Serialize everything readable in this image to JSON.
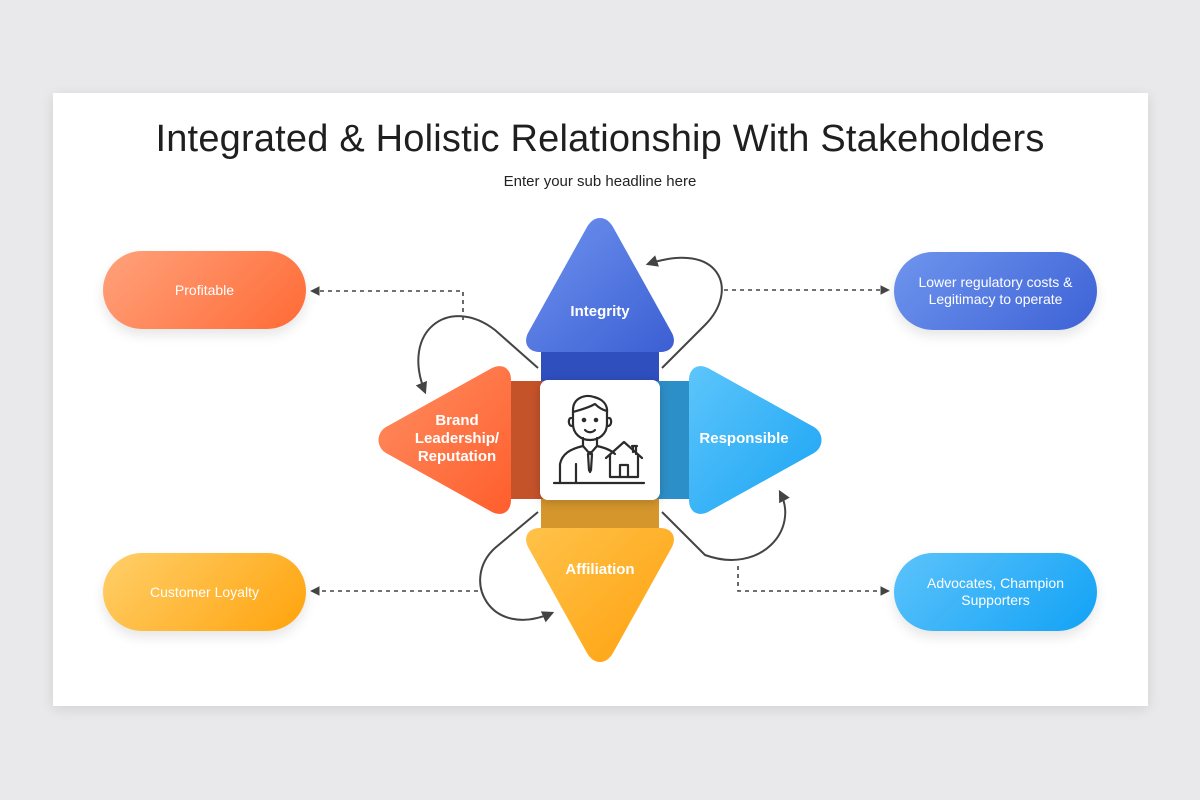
{
  "slide": {
    "title": "Integrated & Holistic Relationship With Stakeholders",
    "subtitle": "Enter your sub headline here"
  },
  "pills": {
    "profitable": "Profitable",
    "customer_loyalty": "Customer Loyalty",
    "lower_regulatory": "Lower regulatory costs & Legitimacy to operate",
    "advocates": "Advocates, Champion Supporters"
  },
  "arrows": {
    "integrity": "Integrity",
    "responsible": "Responsible",
    "affiliation": "Affiliation",
    "brand_line1": "Brand",
    "brand_line2": "Leadership/",
    "brand_line3": "Reputation"
  },
  "center": {
    "icon": "businessman-house-icon"
  },
  "colors": {
    "orange": "#ff6a35",
    "yellow": "#ffa30c",
    "dark_blue": "#3d62d6",
    "light_blue": "#12a2f5",
    "connector": "#444444"
  }
}
